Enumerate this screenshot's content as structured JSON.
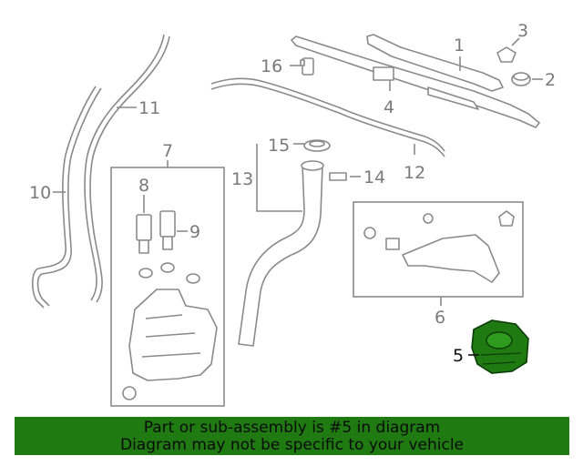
{
  "callouts": {
    "c1": "1",
    "c2": "2",
    "c3": "3",
    "c4": "4",
    "c5": "5",
    "c6": "6",
    "c7": "7",
    "c8": "8",
    "c9": "9",
    "c10": "10",
    "c11": "11",
    "c12": "12",
    "c13": "13",
    "c14": "14",
    "c15": "15",
    "c16": "16"
  },
  "highlight_color": "#1f7a12",
  "banner": {
    "line1": "Part or sub-assembly is #5 in diagram",
    "line2": "Diagram may not be specific to your vehicle"
  }
}
